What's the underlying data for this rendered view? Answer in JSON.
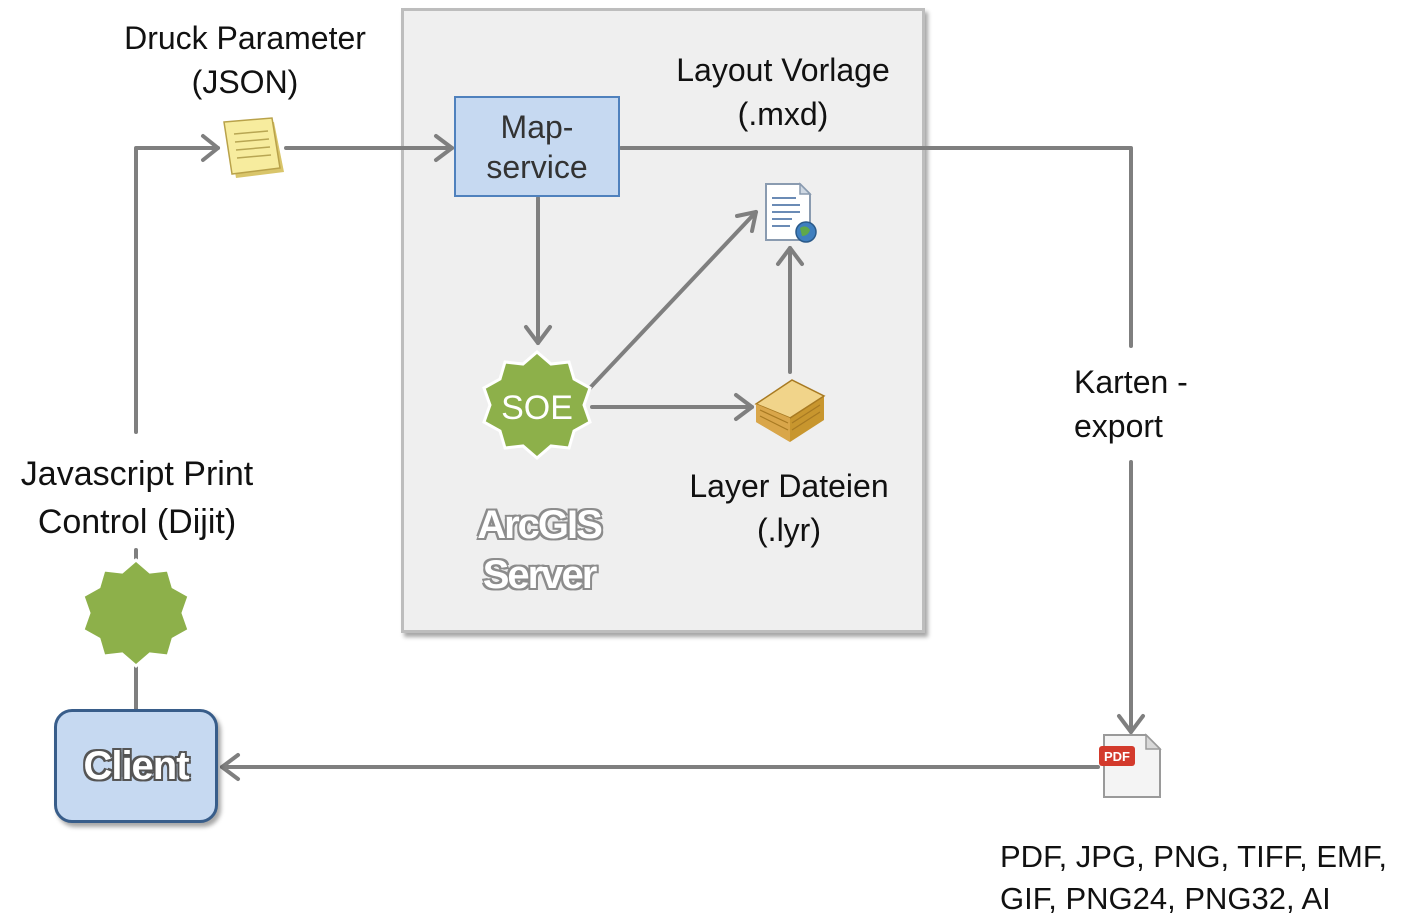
{
  "labels": {
    "druck_parameter_line1": "Druck Parameter",
    "druck_parameter_line2": "(JSON)",
    "layout_vorlage_line1": "Layout Vorlage",
    "layout_vorlage_line2": "(.mxd)",
    "mapservice_line1": "Map-",
    "mapservice_line2": "service",
    "soe": "SOE",
    "arcgis_line1": "ArcGIS",
    "arcgis_line2": "Server",
    "layer_dateien_line1": "Layer Dateien",
    "layer_dateien_line2": "(.lyr)",
    "javascript_line1": "Javascript Print",
    "javascript_line2": "Control (Dijit)",
    "client": "Client",
    "karten_line1": "Karten -",
    "karten_line2": "export",
    "formats_line1": "PDF,  JPG, PNG, TIFF, EMF,",
    "formats_line2": "GIF, PNG24, PNG32,  AI",
    "pdf_icon_text": "PDF"
  },
  "colors": {
    "arrow": "#7f7f7f",
    "server_bg": "#efefef",
    "box_fill": "#c6d9f1",
    "box_border": "#4f81bd",
    "badge_green": "#8db04a"
  },
  "icons": [
    "note-icon",
    "document-map-icon",
    "layer-file-icon",
    "pdf-file-icon",
    "soe-badge-icon",
    "dijit-badge-icon"
  ]
}
